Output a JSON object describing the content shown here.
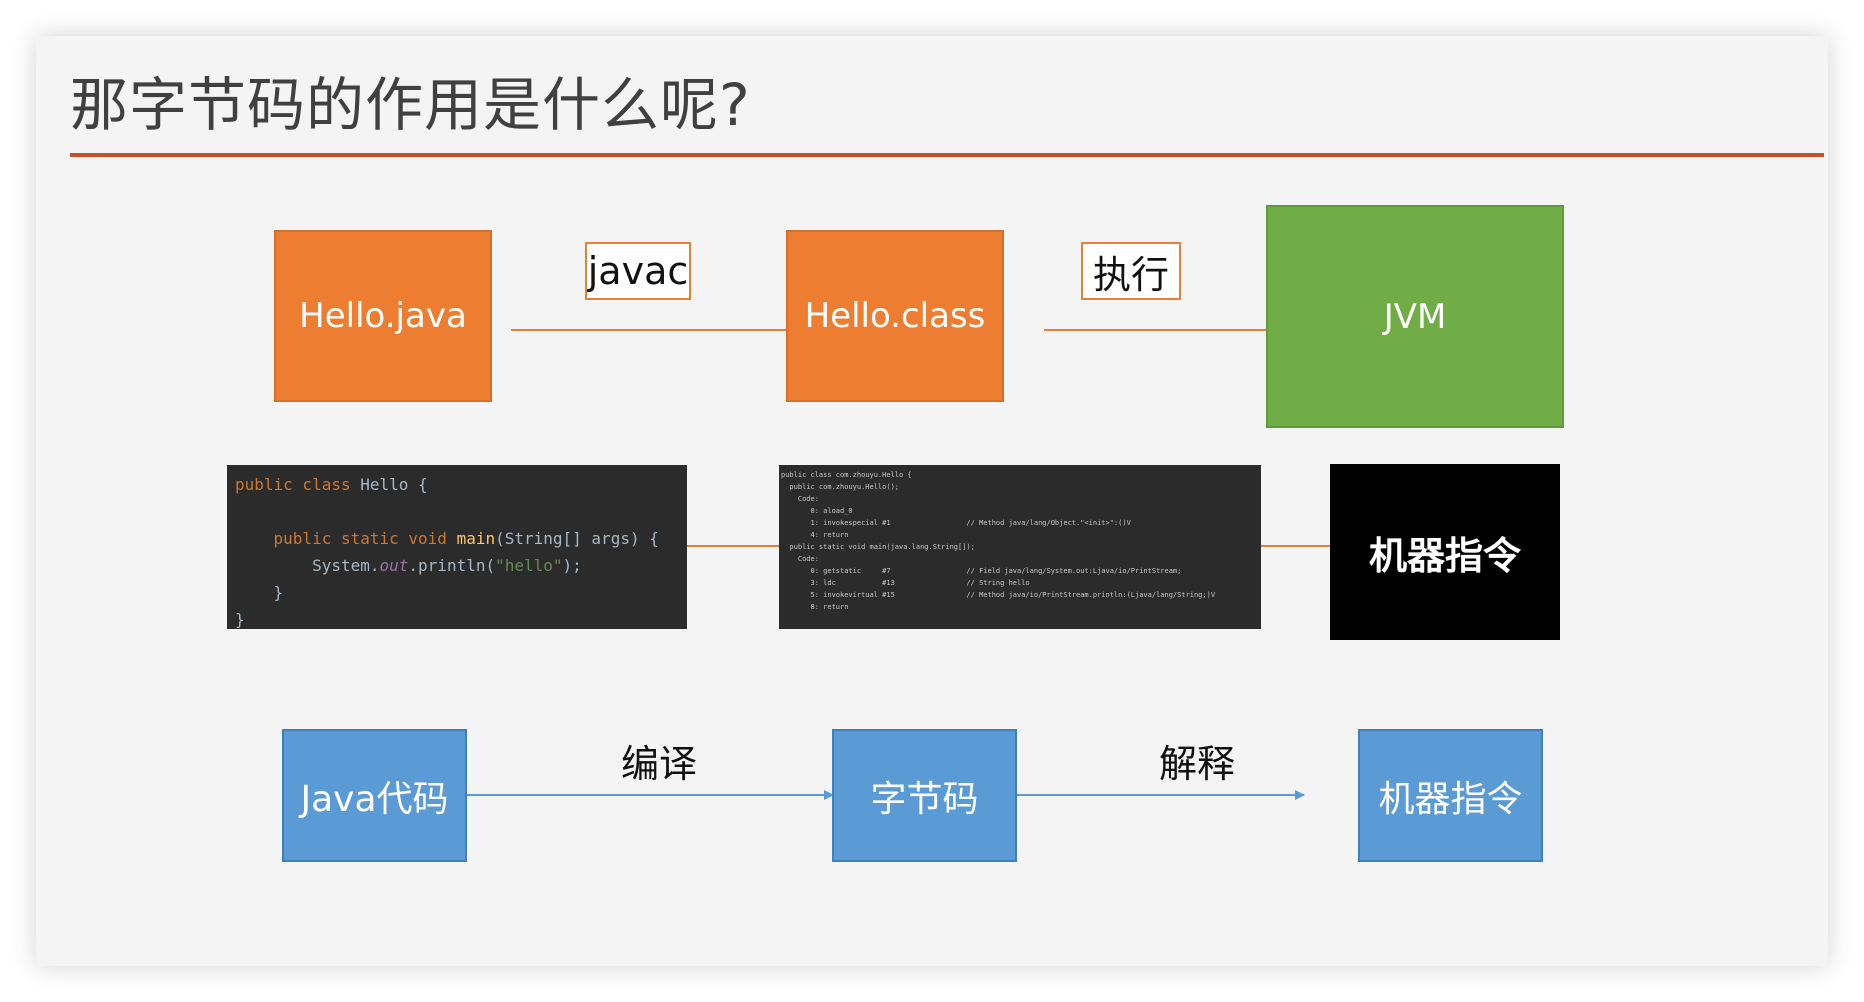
{
  "title": "那字节码的作用是什么呢?",
  "colors": {
    "orange": "#ed7d31",
    "green": "#70ad47",
    "blue": "#5b9bd5",
    "rule": "#c8502b",
    "orange_arrow": "#ed7d31",
    "blue_arrow": "#5b9bd5"
  },
  "row1": {
    "source": "Hello.java",
    "label1": "javac",
    "classfile": "Hello.class",
    "label2": "执行",
    "vm": "JVM"
  },
  "row2": {
    "java_code": {
      "l1_kw": "public class ",
      "l1_rest": "Hello {",
      "l2_kw": "public static void ",
      "l2_fn": "main",
      "l2_rest": "(String[] args) {",
      "l3_a": "System.",
      "l3_out": "out",
      "l3_b": ".println(",
      "l3_str": "\"hello\"",
      "l3_c": ");",
      "l4": "}",
      "l5": "}"
    },
    "bytecode": [
      "public class com.zhouyu.Hello {",
      "  public com.zhouyu.Hello();",
      "    Code:",
      "       0: aload_0",
      "       1: invokespecial #1                  // Method java/lang/Object.\"<init>\":()V",
      "       4: return",
      "",
      "  public static void main(java.lang.String[]);",
      "    Code:",
      "       0: getstatic     #7                  // Field java/lang/System.out:Ljava/io/PrintStream;",
      "       3: ldc           #13                 // String hello",
      "       5: invokevirtual #15                 // Method java/io/PrintStream.println:(Ljava/lang/String;)V",
      "       8: return"
    ],
    "machine": "机器指令"
  },
  "row3": {
    "java": "Java代码",
    "label1": "编译",
    "bytecode": "字节码",
    "label2": "解释",
    "machine": "机器指令"
  }
}
